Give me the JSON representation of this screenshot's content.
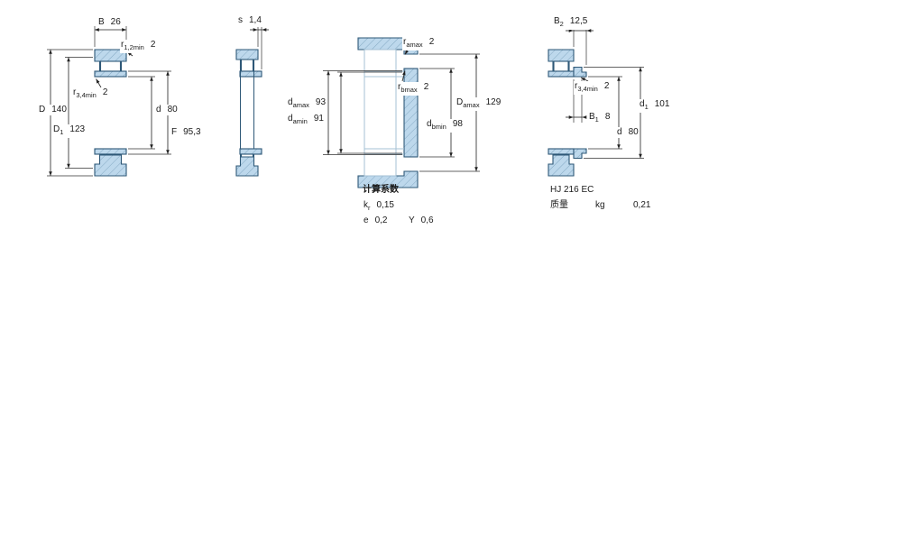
{
  "colors": {
    "ring_fill": "#bdd8ec",
    "outline": "#2e5877",
    "hatch_line": "#86aac4",
    "dimension": "#222222",
    "ghost": "#a4c0d4"
  },
  "figures": {
    "bearing_section": {
      "dims": {
        "B": {
          "sym": "B",
          "val": "26"
        },
        "r12": {
          "sym": "r",
          "sub": "1,2min",
          "val": "2"
        },
        "D": {
          "sym": "D",
          "val": "140"
        },
        "D1": {
          "sym": "D",
          "sub": "1",
          "val": "123"
        },
        "r34": {
          "sym": "r",
          "sub": "3,4min",
          "val": "2"
        },
        "d": {
          "sym": "d",
          "val": "80"
        },
        "F": {
          "sym": "F",
          "val": "95,3"
        }
      }
    },
    "axial_displacement": {
      "dims": {
        "s": {
          "sym": "s",
          "val": "1,4"
        }
      }
    },
    "abutments": {
      "dims": {
        "ramax": {
          "sym": "r",
          "sub": "amax",
          "val": "2"
        },
        "rbmax": {
          "sym": "r",
          "sub": "bmax",
          "val": "2"
        },
        "damax": {
          "sym": "d",
          "sub": "amax",
          "val": "93"
        },
        "damin": {
          "sym": "d",
          "sub": "amin",
          "val": "91"
        },
        "dbmin": {
          "sym": "d",
          "sub": "bmin",
          "val": "98"
        },
        "Damax": {
          "sym": "D",
          "sub": "amax",
          "val": "129"
        }
      }
    },
    "hj_ring": {
      "dims": {
        "B2": {
          "sym": "B",
          "sub": "2",
          "val": "12,5"
        },
        "r34": {
          "sym": "r",
          "sub": "3,4min",
          "val": "2"
        },
        "B1": {
          "sym": "B",
          "sub": "1",
          "val": "8"
        },
        "d1": {
          "sym": "d",
          "sub": "1",
          "val": "101"
        },
        "d": {
          "sym": "d",
          "val": "80"
        }
      }
    }
  },
  "calculation_factors": {
    "title": "计算系数",
    "kr": {
      "sym": "k",
      "sub": "r",
      "val": "0,15"
    },
    "e": {
      "sym": "e",
      "val": "0,2"
    },
    "Y": {
      "sym": "Y",
      "val": "0,6"
    }
  },
  "hj_info": {
    "designation": "HJ 216 EC",
    "mass_label": "质量",
    "mass_unit": "kg",
    "mass_value": "0,21"
  }
}
